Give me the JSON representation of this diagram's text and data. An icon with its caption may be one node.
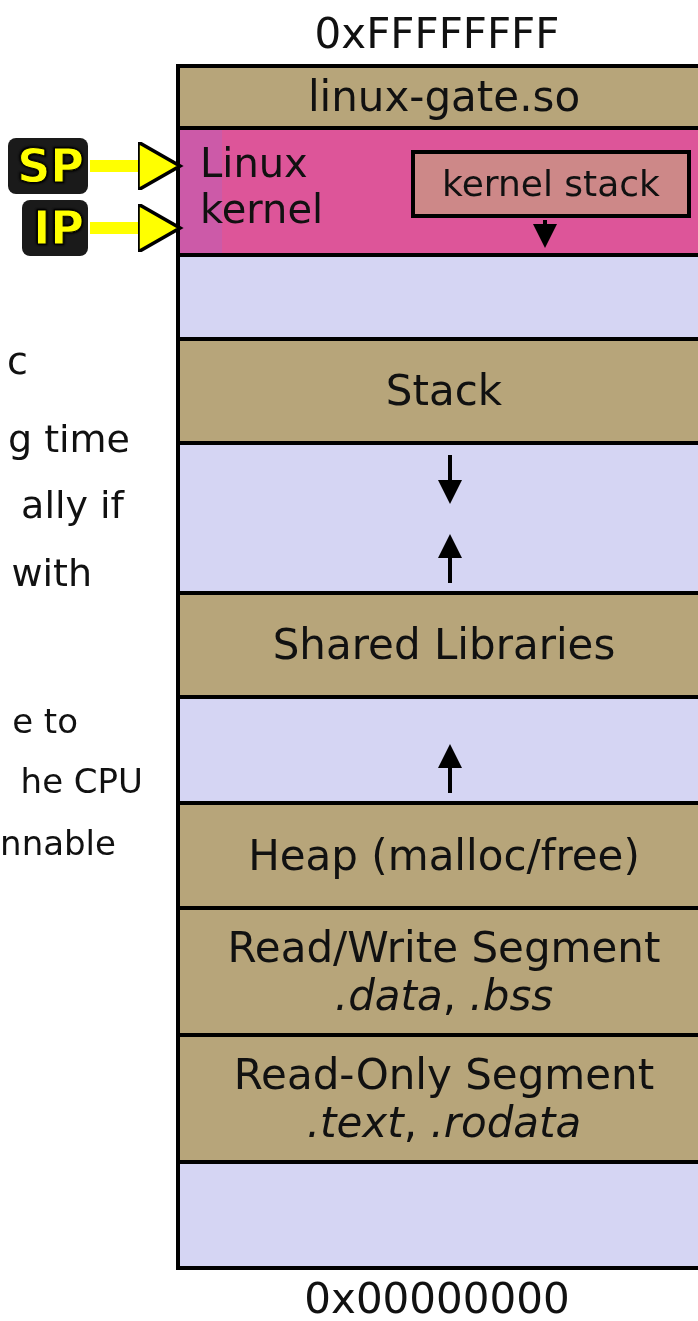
{
  "diagram": {
    "nodes": [
      {
        "text": [
          "linux-gate.so"
        ]
      },
      {
        "text": [
          "Linux kernel"
        ]
      },
      {
        "text": [
          "kernel stack"
        ],
        "in": 1
      },
      {
        "text": [],
        "shape": "box"
      },
      {
        "text": [
          "Stack"
        ]
      },
      {
        "text": [],
        "shape": "box"
      },
      {
        "text": [
          "Shared Libraries"
        ]
      },
      {
        "text": [],
        "shape": "box"
      },
      {
        "text": [
          "Heap (malloc/free)"
        ]
      },
      {
        "text": [
          "Read/Write Segment",
          "*.data*, *.bss*"
        ]
      },
      {
        "text": [
          "Read-Only Segment",
          "*.text*, *.rodata*"
        ]
      },
      {
        "text": [],
        "shape": "box"
      },
      {
        "text": [
          "SP"
        ]
      },
      {
        "text": [
          "IP"
        ]
      }
    ],
    "edges": [
      {
        "from": 12,
        "to": 1,
        "arrow": "to"
      },
      {
        "from": 13,
        "to": 1,
        "arrow": "to"
      }
    ],
    "labels": [
      "0xFFFFFFFF",
      "c",
      "g time",
      "ally if",
      "with",
      "e to",
      "he CPU",
      "nnable",
      "0x00000000"
    ]
  }
}
